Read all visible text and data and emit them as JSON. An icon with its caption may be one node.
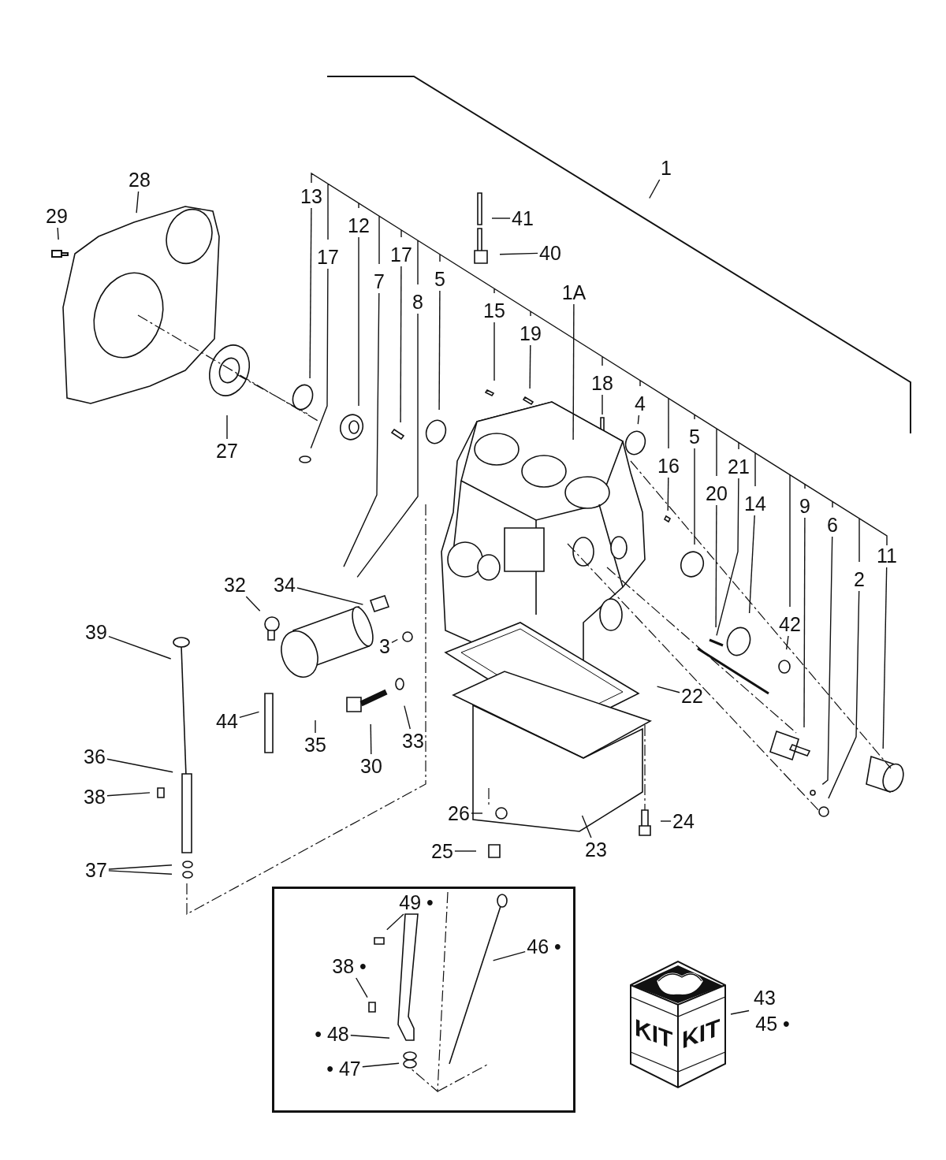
{
  "diagram": {
    "nodes": [
      {
        "text": [
          "1"
        ]
      },
      {
        "text": [
          "28"
        ]
      },
      {
        "text": [
          "13"
        ]
      },
      {
        "text": [
          "41"
        ]
      },
      {
        "text": [
          "29"
        ]
      },
      {
        "text": [
          "12"
        ]
      },
      {
        "text": [
          "40"
        ]
      },
      {
        "text": [
          "17"
        ]
      },
      {
        "text": [
          "17"
        ]
      },
      {
        "text": [
          "7"
        ]
      },
      {
        "text": [
          "5"
        ]
      },
      {
        "text": [
          "8"
        ]
      },
      {
        "text": [
          "15"
        ]
      },
      {
        "text": [
          "1A"
        ]
      },
      {
        "text": [
          "19"
        ]
      },
      {
        "text": [
          "18"
        ]
      },
      {
        "text": [
          "4"
        ]
      },
      {
        "text": [
          "16"
        ]
      },
      {
        "text": [
          "5"
        ]
      },
      {
        "text": [
          "27"
        ]
      },
      {
        "text": [
          "20"
        ]
      },
      {
        "text": [
          "21"
        ]
      },
      {
        "text": [
          "14"
        ]
      },
      {
        "text": [
          "9"
        ]
      },
      {
        "text": [
          "6"
        ]
      },
      {
        "text": [
          "11"
        ]
      },
      {
        "text": [
          "2"
        ]
      },
      {
        "text": [
          "34"
        ]
      },
      {
        "text": [
          "32"
        ]
      },
      {
        "text": [
          "42"
        ]
      },
      {
        "text": [
          "39"
        ]
      },
      {
        "text": [
          "3"
        ]
      },
      {
        "text": [
          "22"
        ]
      },
      {
        "text": [
          "44"
        ]
      },
      {
        "text": [
          "35"
        ]
      },
      {
        "text": [
          "33"
        ]
      },
      {
        "text": [
          "30"
        ]
      },
      {
        "text": [
          "36"
        ]
      },
      {
        "text": [
          "38"
        ]
      },
      {
        "text": [
          "26"
        ]
      },
      {
        "text": [
          "24"
        ]
      },
      {
        "text": [
          "25"
        ]
      },
      {
        "text": [
          "23"
        ]
      },
      {
        "text": [
          "37"
        ]
      },
      {
        "text": [],
        "shape": "box"
      },
      {
        "text": [
          "49 •"
        ],
        "in": 44
      },
      {
        "text": [
          "46 •"
        ],
        "in": 44
      },
      {
        "text": [
          "38 •"
        ],
        "in": 44
      },
      {
        "text": [
          "• 48"
        ],
        "in": 44
      },
      {
        "text": [
          "• 47"
        ],
        "in": 44
      },
      {
        "text": [
          "KIT",
          "KIT"
        ]
      },
      {
        "text": [
          "43"
        ]
      },
      {
        "text": [
          "45 •"
        ]
      }
    ],
    "edges": [
      {
        "from": 0,
        "to": null,
        "arrow": "none"
      },
      {
        "from": 1,
        "to": null,
        "arrow": "none"
      },
      {
        "from": 2,
        "to": null,
        "arrow": "none"
      },
      {
        "from": 3,
        "to": null,
        "arrow": "none"
      },
      {
        "from": 4,
        "to": null,
        "arrow": "none"
      },
      {
        "from": 5,
        "to": null,
        "arrow": "none"
      },
      {
        "from": 6,
        "to": null,
        "arrow": "none"
      },
      {
        "from": 7,
        "to": null,
        "arrow": "none"
      },
      {
        "from": 8,
        "to": null,
        "arrow": "none"
      },
      {
        "from": 9,
        "to": null,
        "arrow": "none"
      },
      {
        "from": 10,
        "to": null,
        "arrow": "none"
      },
      {
        "from": 11,
        "to": null,
        "arrow": "none"
      },
      {
        "from": 12,
        "to": null,
        "arrow": "none"
      },
      {
        "from": 13,
        "to": null,
        "arrow": "none"
      },
      {
        "from": 14,
        "to": null,
        "arrow": "none"
      },
      {
        "from": 15,
        "to": null,
        "arrow": "none"
      },
      {
        "from": 16,
        "to": null,
        "arrow": "none"
      },
      {
        "from": 17,
        "to": null,
        "arrow": "none"
      },
      {
        "from": 18,
        "to": null,
        "arrow": "none"
      },
      {
        "from": 19,
        "to": null,
        "arrow": "none"
      },
      {
        "from": 20,
        "to": null,
        "arrow": "none"
      },
      {
        "from": 21,
        "to": null,
        "arrow": "none"
      },
      {
        "from": 22,
        "to": null,
        "arrow": "none"
      },
      {
        "from": 23,
        "to": null,
        "arrow": "none"
      },
      {
        "from": 24,
        "to": null,
        "arrow": "none"
      },
      {
        "from": 25,
        "to": null,
        "arrow": "none"
      },
      {
        "from": 26,
        "to": null,
        "arrow": "none"
      },
      {
        "from": 27,
        "to": null,
        "arrow": "none"
      },
      {
        "from": 28,
        "to": null,
        "arrow": "none"
      },
      {
        "from": 29,
        "to": null,
        "arrow": "none"
      },
      {
        "from": 30,
        "to": null,
        "arrow": "none"
      },
      {
        "from": 31,
        "to": null,
        "arrow": "none"
      },
      {
        "from": 32,
        "to": null,
        "arrow": "none"
      },
      {
        "from": 33,
        "to": null,
        "arrow": "none"
      },
      {
        "from": 34,
        "to": null,
        "arrow": "none"
      },
      {
        "from": 35,
        "to": null,
        "arrow": "none"
      },
      {
        "from": 36,
        "to": null,
        "arrow": "none"
      },
      {
        "from": 37,
        "to": null,
        "arrow": "none"
      },
      {
        "from": 38,
        "to": null,
        "arrow": "none"
      },
      {
        "from": 39,
        "to": null,
        "arrow": "none"
      },
      {
        "from": 40,
        "to": null,
        "arrow": "none"
      },
      {
        "from": 41,
        "to": null,
        "arrow": "none"
      },
      {
        "from": 42,
        "to": null,
        "arrow": "none"
      },
      {
        "from": 43,
        "to": null,
        "arrow": "none"
      },
      {
        "from": 43,
        "to": null,
        "arrow": "none"
      },
      {
        "from": 45,
        "to": null,
        "arrow": "none"
      },
      {
        "from": 46,
        "to": null,
        "arrow": "none"
      },
      {
        "from": 47,
        "to": null,
        "arrow": "none"
      },
      {
        "from": 48,
        "to": null,
        "arrow": "none"
      },
      {
        "from": 49,
        "to": null,
        "arrow": "none"
      },
      {
        "from": 51,
        "to": 50,
        "arrow": "none"
      },
      {
        "from": 52,
        "to": 50,
        "arrow": "none"
      }
    ]
  }
}
